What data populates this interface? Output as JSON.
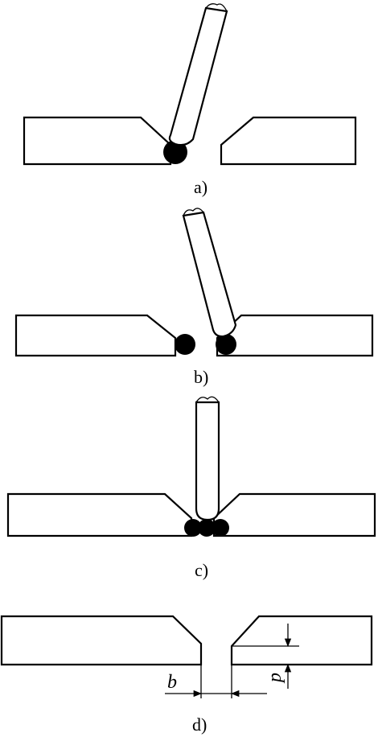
{
  "panels": [
    {
      "id": "a",
      "caption": "a)"
    },
    {
      "id": "b",
      "caption": "b)"
    },
    {
      "id": "c",
      "caption": "c)"
    },
    {
      "id": "d",
      "caption": "d)",
      "dim_gap": "b",
      "dim_root": "p"
    }
  ],
  "colors": {
    "line": "#000000",
    "bead": "#000000",
    "background": "#ffffff"
  }
}
